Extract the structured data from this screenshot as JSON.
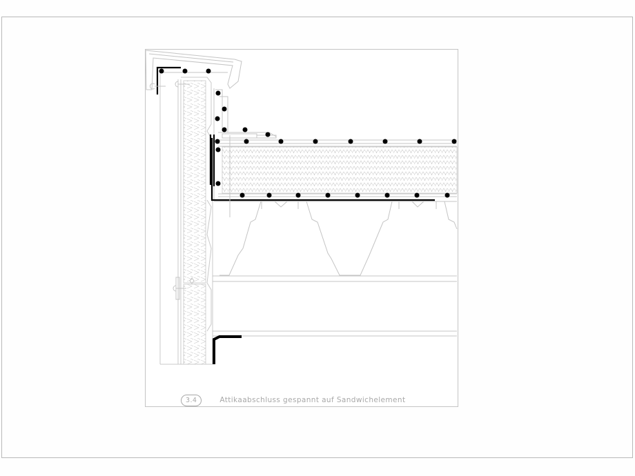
{
  "drawing": {
    "detail_number": "3.4",
    "title": "Attikaabschluss gespannt auf Sandwichelement",
    "colors": {
      "frame": "#b8b8b8",
      "line": "#c4c4c4",
      "membrane": "#000000",
      "fasteners": "#000000",
      "caption": "#a8a8a8"
    },
    "components": [
      "attic-coping-cap",
      "sandwich-wall-panel",
      "roof-insulation",
      "roof-membrane",
      "trapezoidal-steel-deck",
      "steel-beam",
      "wall-fastener"
    ]
  }
}
